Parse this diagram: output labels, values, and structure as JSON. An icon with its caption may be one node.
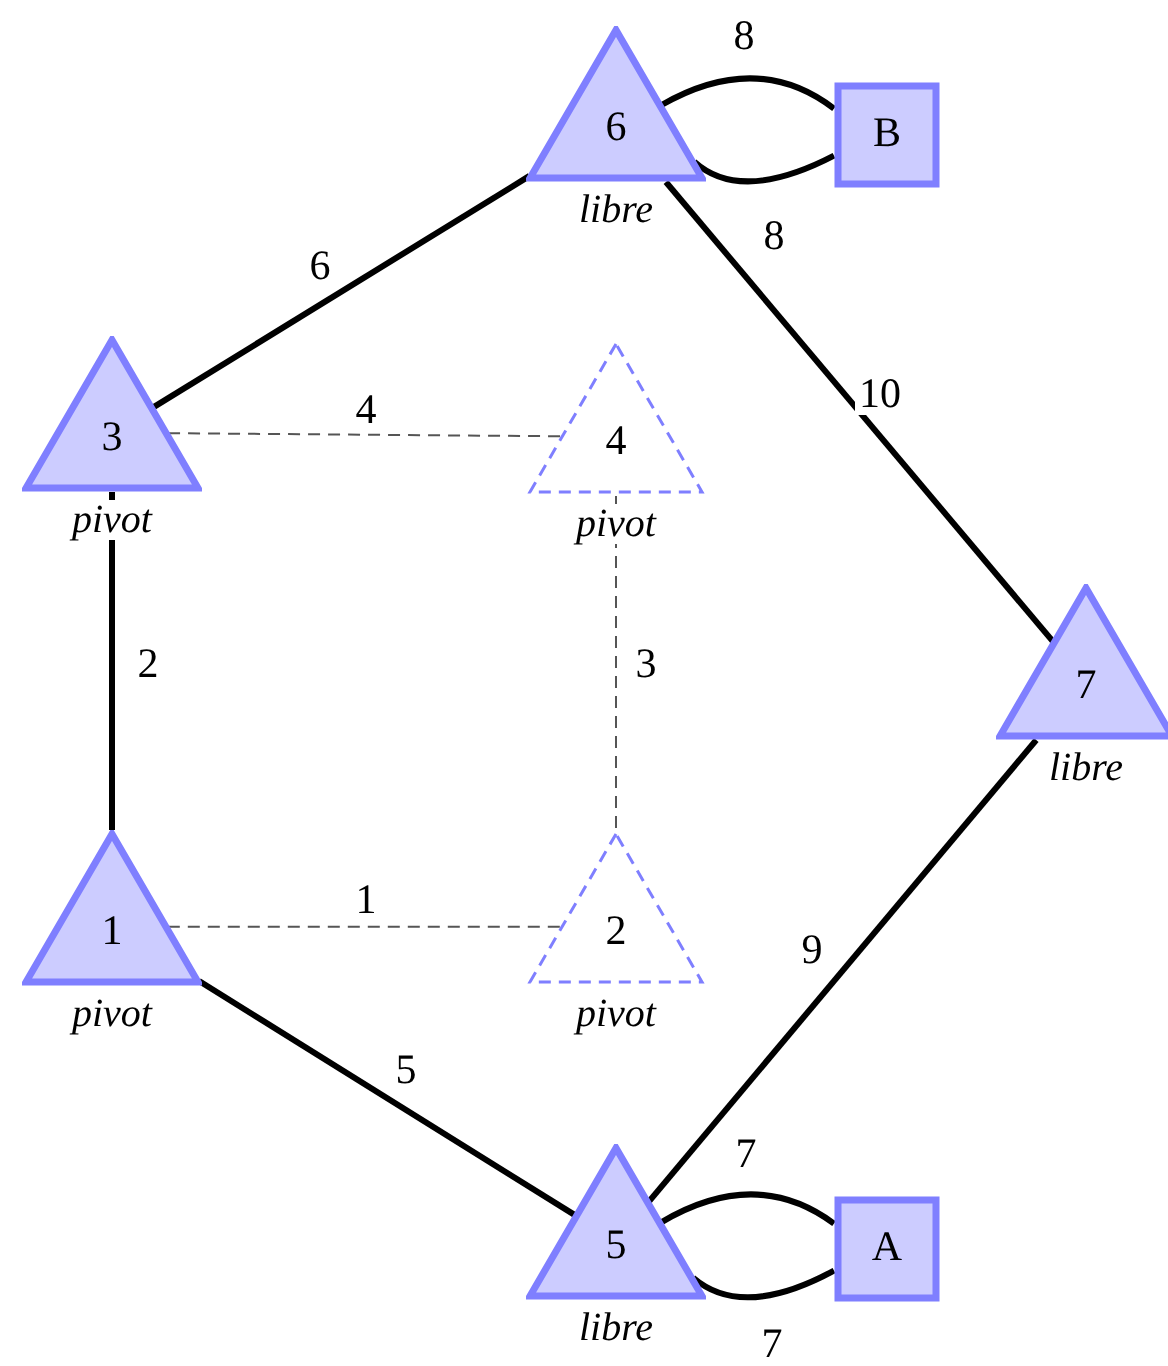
{
  "diagram": {
    "nodes": [
      {
        "text": [
          "6"
        ],
        "beside": [
          "libre"
        ]
      },
      {
        "text": [
          "B"
        ]
      },
      {
        "text": [
          "3"
        ],
        "beside": [
          "pivot"
        ]
      },
      {
        "text": [
          "4"
        ],
        "beside": [
          "pivot"
        ]
      },
      {
        "text": [
          "7"
        ],
        "beside": [
          "libre"
        ]
      },
      {
        "text": [
          "1"
        ],
        "beside": [
          "pivot"
        ]
      },
      {
        "text": [
          "2"
        ],
        "beside": [
          "pivot"
        ]
      },
      {
        "text": [
          "5"
        ],
        "beside": [
          "libre"
        ]
      },
      {
        "text": [
          "A"
        ]
      }
    ],
    "edges": [
      {
        "from": 2,
        "to": 0,
        "arrow": "none",
        "label": "6"
      },
      {
        "from": 0,
        "to": 1,
        "arrow": "none",
        "label": "8"
      },
      {
        "from": 0,
        "to": 1,
        "arrow": "none",
        "label": "8"
      },
      {
        "from": 0,
        "to": 4,
        "arrow": "none",
        "label": "10"
      },
      {
        "from": 2,
        "to": 3,
        "arrow": "none",
        "label": "4",
        "style": "dashed"
      },
      {
        "from": 5,
        "to": 2,
        "arrow": "none",
        "label": "2"
      },
      {
        "from": 3,
        "to": 6,
        "arrow": "none",
        "label": "3",
        "style": "dashed"
      },
      {
        "from": 5,
        "to": 6,
        "arrow": "none",
        "label": "1",
        "style": "dashed"
      },
      {
        "from": 5,
        "to": 7,
        "arrow": "none",
        "label": "5"
      },
      {
        "from": 7,
        "to": 4,
        "arrow": "none",
        "label": "9"
      },
      {
        "from": 7,
        "to": 8,
        "arrow": "none",
        "label": "7"
      },
      {
        "from": 7,
        "to": 8,
        "arrow": "none",
        "label": "7"
      }
    ]
  }
}
